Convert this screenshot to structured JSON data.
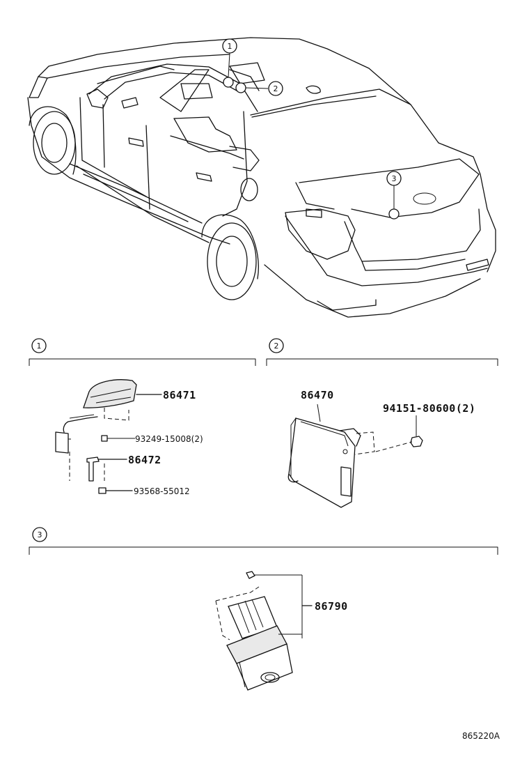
{
  "callouts": {
    "c1": "1",
    "c2": "2",
    "c3": "3"
  },
  "sections": {
    "s1": {
      "label": "1"
    },
    "s2": {
      "label": "2"
    },
    "s3": {
      "label": "3"
    }
  },
  "parts": {
    "p86471": "86471",
    "p93249": "93249-15008(2)",
    "p86472": "86472",
    "p93568": "93568-55012",
    "p86470": "86470",
    "p94151": "94151-80600(2)",
    "p86790": "86790"
  },
  "diagram_code": "865220A"
}
